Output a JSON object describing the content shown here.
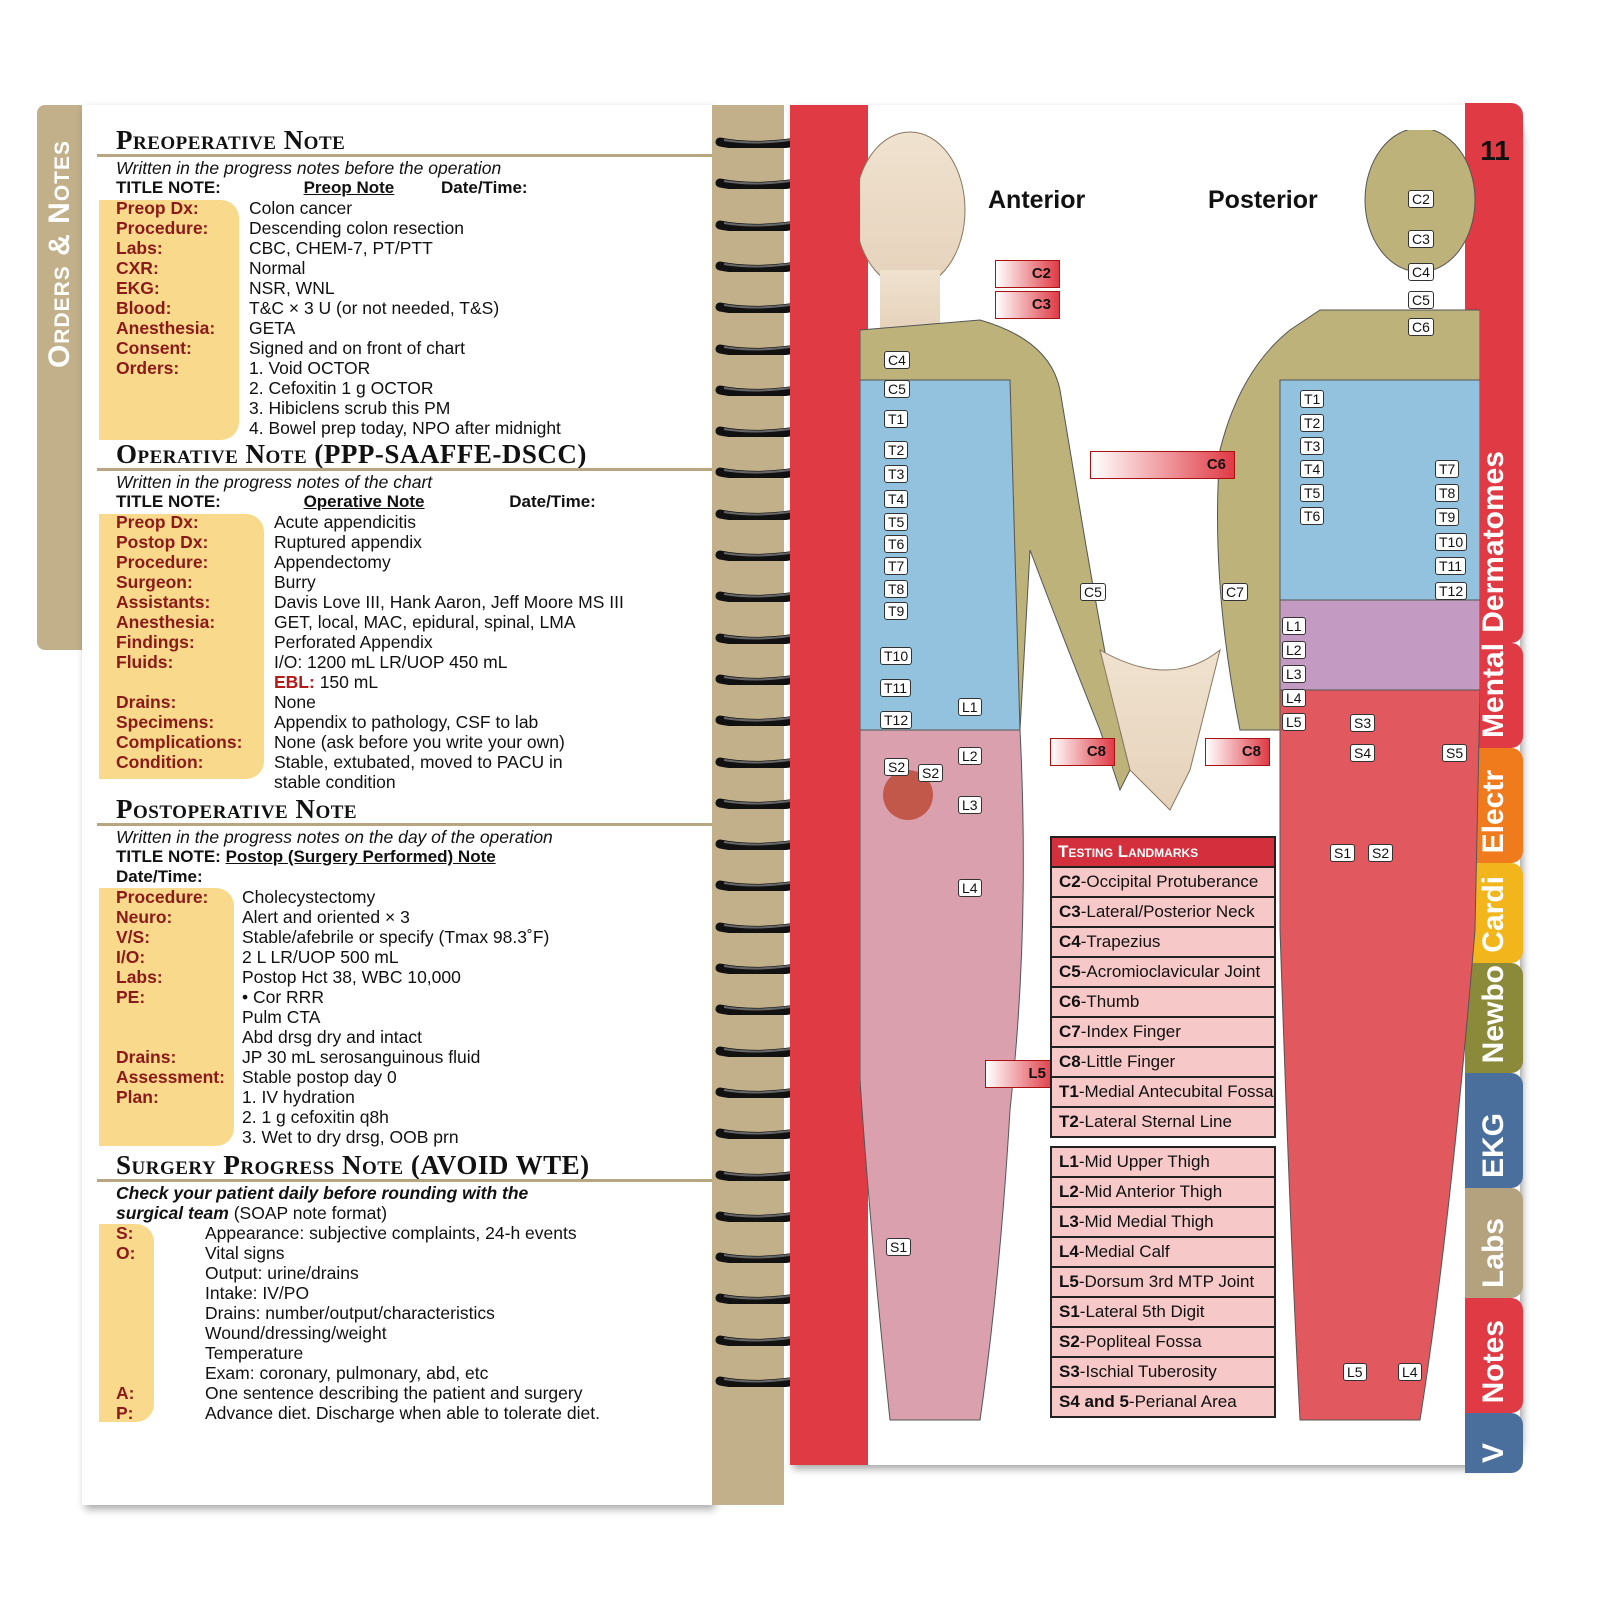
{
  "left_tab": "Orders & Notes",
  "preop": {
    "heading": "Preoperative Note",
    "subtitle": "Written in the progress notes before the operation",
    "title_label": "TITLE NOTE:",
    "title_value": "Preop Note",
    "datetime": "Date/Time:",
    "rows": [
      {
        "label": "Preop Dx:",
        "value": "Colon cancer"
      },
      {
        "label": "Procedure:",
        "value": "Descending colon resection"
      },
      {
        "label": "Labs:",
        "value": "CBC, CHEM-7, PT/PTT"
      },
      {
        "label": "CXR:",
        "value": "Normal"
      },
      {
        "label": "EKG:",
        "value": "NSR, WNL"
      },
      {
        "label": "Blood:",
        "value": "T&C × 3 U (or not needed, T&S)"
      },
      {
        "label": "Anesthesia:",
        "value": "GETA"
      },
      {
        "label": "Consent:",
        "value": "Signed and on front of chart"
      },
      {
        "label": "Orders:",
        "value": "1. Void OCTOR"
      }
    ],
    "orders_more": [
      "2. Cefoxitin 1 g OCTOR",
      "3. Hibiclens scrub this PM",
      "4. Bowel prep today, NPO after midnight"
    ]
  },
  "op": {
    "heading": "Operative Note (PPP-SAAFFE-DSCC)",
    "subtitle": "Written in the progress notes of the chart",
    "title_label": "TITLE NOTE:",
    "title_value": "Operative Note",
    "datetime": "Date/Time:",
    "rows": [
      {
        "label": "Preop Dx:",
        "value": "Acute appendicitis"
      },
      {
        "label": "Postop Dx:",
        "value": "Ruptured appendix"
      },
      {
        "label": "Procedure:",
        "value": "Appendectomy"
      },
      {
        "label": "Surgeon:",
        "value": "Burry"
      },
      {
        "label": "Assistants:",
        "value": "Davis Love III, Hank Aaron, Jeff Moore MS III"
      },
      {
        "label": "Anesthesia:",
        "value": "GET, local, MAC, epidural, spinal, LMA"
      },
      {
        "label": "Findings:",
        "value": "Perforated Appendix"
      },
      {
        "label": "Fluids:",
        "value": "I/O: 1200 mL LR/UOP 450 mL"
      }
    ],
    "ebl_label": "EBL:",
    "ebl_value": "150 mL",
    "rows2": [
      {
        "label": "Drains:",
        "value": "None"
      },
      {
        "label": "Specimens:",
        "value": "Appendix to pathology, CSF to lab"
      },
      {
        "label": "Complications:",
        "value": "None (ask before you write your own)"
      },
      {
        "label": "Condition:",
        "value": "Stable, extubated, moved to PACU in"
      }
    ],
    "condition_more": "stable condition"
  },
  "postop": {
    "heading": "Postoperative Note",
    "subtitle": "Written in the progress notes on the day of the operation",
    "title_label": "TITLE NOTE:",
    "title_value": "Postop (Surgery Performed) Note",
    "datetime": "Date/Time:",
    "rows": [
      {
        "label": "Procedure:",
        "value": "Cholecystectomy"
      },
      {
        "label": "Neuro:",
        "value": "Alert and oriented × 3"
      },
      {
        "label": "V/S:",
        "value": "Stable/afebrile or specify (Tmax 98.3˚F)"
      },
      {
        "label": "I/O:",
        "value": "2 L LR/UOP 500 mL"
      },
      {
        "label": "Labs:",
        "value": "Postop Hct 38, WBC 10,000"
      },
      {
        "label": "PE:",
        "value": "•  Cor RRR"
      }
    ],
    "pe_more": [
      "Pulm CTA",
      "Abd drsg dry and intact"
    ],
    "rows2": [
      {
        "label": "Drains:",
        "value": "JP 30 mL serosanguinous fluid"
      },
      {
        "label": "Assessment:",
        "value": "Stable postop day 0"
      },
      {
        "label": "Plan:",
        "value": "1.  IV hydration"
      }
    ],
    "plan_more": [
      "2.  1 g cefoxitin q8h",
      "3.  Wet to dry drsg, OOB prn"
    ]
  },
  "progress": {
    "heading": "Surgery Progress Note (AVOID WTE)",
    "intro1": "Check your patient daily before rounding with the",
    "intro2a": "surgical team",
    "intro2b": "(SOAP note format)",
    "rows": [
      {
        "label": "S:",
        "value": "Appearance: subjective complaints, 24-h events"
      },
      {
        "label": "O:",
        "value": "Vital signs"
      },
      {
        "label": "",
        "value": "Output: urine/drains"
      },
      {
        "label": "",
        "value": "Intake: IV/PO"
      },
      {
        "label": "",
        "value": "Drains: number/output/characteristics"
      },
      {
        "label": "",
        "value": "Wound/dressing/weight"
      },
      {
        "label": "",
        "value": "Temperature"
      },
      {
        "label": "",
        "value": "Exam: coronary, pulmonary, abd, etc"
      },
      {
        "label": "A:",
        "value": "One sentence describing the patient and surgery"
      },
      {
        "label": "P:",
        "value": "Advance diet. Discharge when able to tolerate diet."
      }
    ]
  },
  "right": {
    "page_number": "11",
    "anterior": "Anterior",
    "posterior": "Posterior",
    "tabs": [
      {
        "label": "Dermatomes",
        "color": "#e03a45"
      },
      {
        "label": "Mental",
        "color": "#e03a45"
      },
      {
        "label": "Electr",
        "color": "#f07b1c"
      },
      {
        "label": "Cardi",
        "color": "#f2b51c"
      },
      {
        "label": "Newbo",
        "color": "#8b8a3a"
      },
      {
        "label": "EKG",
        "color": "#4b6f9d"
      },
      {
        "label": "Labs",
        "color": "#b3a27d"
      },
      {
        "label": "Notes",
        "color": "#e03a45"
      },
      {
        "label": "V",
        "color": "#4b6f9d"
      }
    ],
    "anterior_tags": [
      "C4",
      "C5",
      "T1",
      "T2",
      "T3",
      "T4",
      "T5",
      "T6",
      "T7",
      "T8",
      "T9",
      "T10",
      "T11",
      "T12",
      "S2",
      "S2",
      "L1",
      "L2",
      "L3",
      "L4",
      "S1",
      "C5"
    ],
    "posterior_tags_left": [
      "T1",
      "T2",
      "T3",
      "T4",
      "T5",
      "T6",
      "L1",
      "L2",
      "L3",
      "L4",
      "L5",
      "S3",
      "S4",
      "S1",
      "S2",
      "L5",
      "L4",
      "C7"
    ],
    "posterior_tags_right": [
      "C2",
      "C3",
      "C4",
      "C5",
      "C6",
      "T7",
      "T8",
      "T9",
      "T10",
      "T11",
      "T12",
      "S5"
    ],
    "red_tags": [
      "C2",
      "C3",
      "C6",
      "C8",
      "C8",
      "L5"
    ],
    "landmarks_title": "Testing Landmarks",
    "landmarks_a": [
      {
        "code": "C2",
        "desc": "-Occipital Protuberance"
      },
      {
        "code": "C3",
        "desc": "-Lateral/Posterior Neck"
      },
      {
        "code": "C4",
        "desc": "-Trapezius"
      },
      {
        "code": "C5",
        "desc": "-Acromioclavicular Joint"
      },
      {
        "code": "C6",
        "desc": "-Thumb"
      },
      {
        "code": "C7",
        "desc": "-Index Finger"
      },
      {
        "code": "C8",
        "desc": "-Little Finger"
      },
      {
        "code": "T1",
        "desc": "-Medial Antecubital Fossa"
      },
      {
        "code": "T2",
        "desc": "-Lateral Sternal Line"
      }
    ],
    "landmarks_b": [
      {
        "code": "L1",
        "desc": "-Mid Upper Thigh"
      },
      {
        "code": "L2",
        "desc": "-Mid Anterior Thigh"
      },
      {
        "code": "L3",
        "desc": "-Mid Medial Thigh"
      },
      {
        "code": "L4",
        "desc": "-Medial Calf"
      },
      {
        "code": "L5",
        "desc": "-Dorsum 3rd MTP Joint"
      },
      {
        "code": "S1",
        "desc": "-Lateral 5th Digit"
      },
      {
        "code": "S2",
        "desc": "-Popliteal Fossa"
      },
      {
        "code": "S3",
        "desc": "-Ischial Tuberosity"
      },
      {
        "code": "S4 and 5",
        "desc": "-Perianal Area"
      }
    ]
  }
}
